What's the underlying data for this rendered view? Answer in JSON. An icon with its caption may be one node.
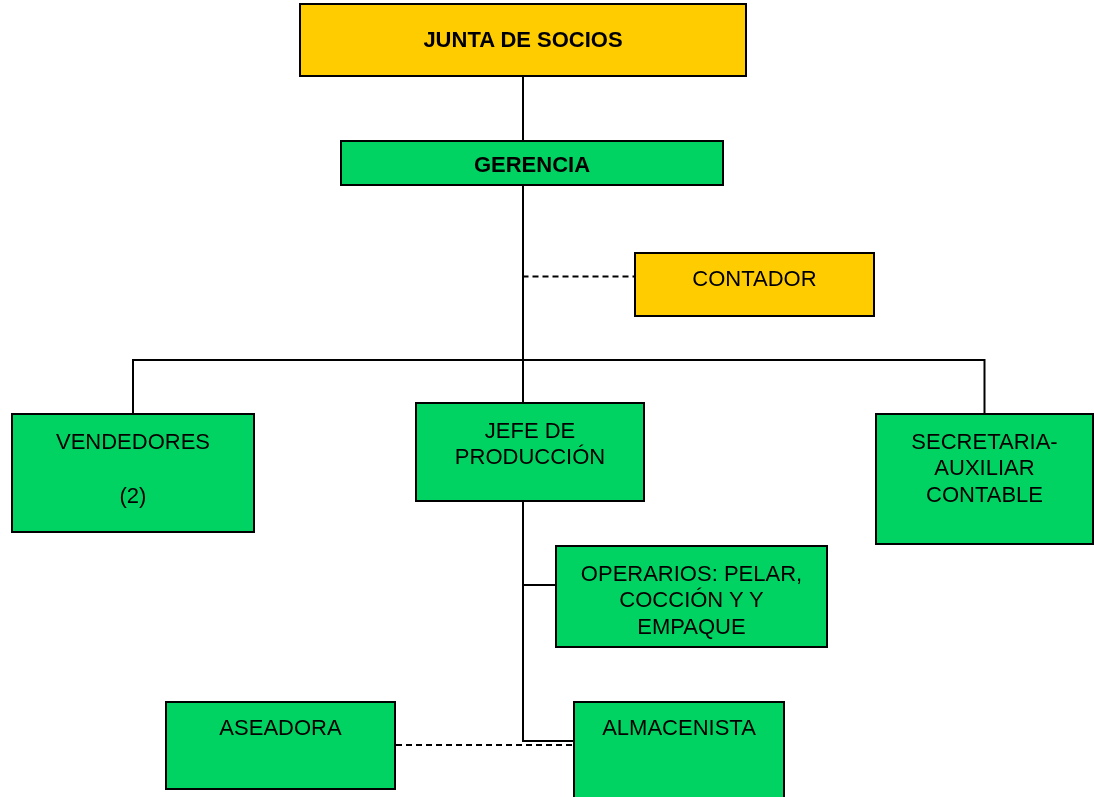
{
  "diagram": {
    "nodes": [
      {
        "text": [
          "JUNTA DE SOCIOS"
        ]
      },
      {
        "text": [
          "GERENCIA"
        ]
      },
      {
        "text": [
          "CONTADOR"
        ]
      },
      {
        "text": [
          "VENDEDORES",
          "(2)"
        ]
      },
      {
        "text": [
          "JEFE DE PRODUCCIÓN"
        ]
      },
      {
        "text": [
          "SECRETARIA- AUXILIAR CONTABLE"
        ]
      },
      {
        "text": [
          "OPERARIOS: PELAR, COCCIÓN Y Y EMPAQUE"
        ]
      },
      {
        "text": [
          "ASEADORA"
        ]
      },
      {
        "text": [
          "ALMACENISTA"
        ]
      }
    ],
    "edges": [
      {
        "from": 0,
        "to": 1,
        "arrow": "none"
      },
      {
        "from": 1,
        "to": 2,
        "arrow": "none",
        "style": "dashed"
      },
      {
        "from": 1,
        "to": 3,
        "arrow": "none"
      },
      {
        "from": 1,
        "to": 4,
        "arrow": "none"
      },
      {
        "from": 1,
        "to": 5,
        "arrow": "none"
      },
      {
        "from": 4,
        "to": 6,
        "arrow": "none"
      },
      {
        "from": 4,
        "to": 8,
        "arrow": "none"
      },
      {
        "from": 7,
        "to": 8,
        "arrow": "none",
        "style": "dashed"
      }
    ]
  }
}
